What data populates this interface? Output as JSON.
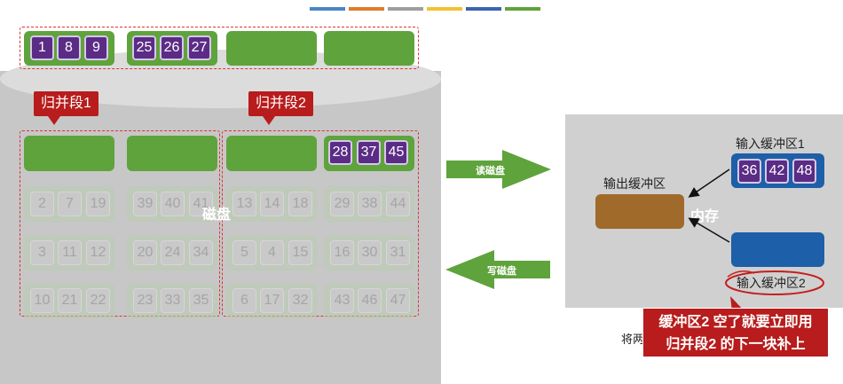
{
  "colors": {
    "strip": [
      "#4a86c4",
      "#e07b2c",
      "#9e9e9e",
      "#f1c232",
      "#3c64b0",
      "#5fa33c"
    ],
    "block_green": "#5fa33c",
    "cell_purple": "#5b2c86",
    "label_red": "#b81c1c",
    "buffer_blue": "#1d5fa8",
    "buffer_brown": "#a06a2a"
  },
  "memory_row": {
    "block1": [
      "1",
      "8",
      "9"
    ],
    "block2": [
      "25",
      "26",
      "27"
    ]
  },
  "segments": {
    "seg1_label": "归并段1",
    "seg2_label": "归并段2"
  },
  "disk": {
    "label": "磁盘",
    "seg2_active_block": [
      "28",
      "37",
      "45"
    ],
    "rows": [
      [
        [
          "2",
          "7",
          "19"
        ],
        [
          "39",
          "40",
          "41"
        ],
        [
          "13",
          "14",
          "18"
        ],
        [
          "29",
          "38",
          "44"
        ]
      ],
      [
        [
          "3",
          "11",
          "12"
        ],
        [
          "20",
          "24",
          "34"
        ],
        [
          "5",
          "4",
          "15"
        ],
        [
          "16",
          "30",
          "31"
        ]
      ],
      [
        [
          "10",
          "21",
          "22"
        ],
        [
          "23",
          "33",
          "35"
        ],
        [
          "6",
          "17",
          "32"
        ],
        [
          "43",
          "46",
          "47"
        ]
      ]
    ]
  },
  "arrows": {
    "read": "读磁盘",
    "write": "写磁盘"
  },
  "memory": {
    "label": "内存",
    "output_label": "输出缓冲区",
    "input1_label": "输入缓冲区1",
    "input2_label": "输入缓冲区2",
    "input1_values": [
      "36",
      "42",
      "48"
    ]
  },
  "annotation": {
    "line1": "缓冲区2 空了就要立即用",
    "line2": "归并段2 的下一块补上",
    "behind_text": "将两"
  }
}
